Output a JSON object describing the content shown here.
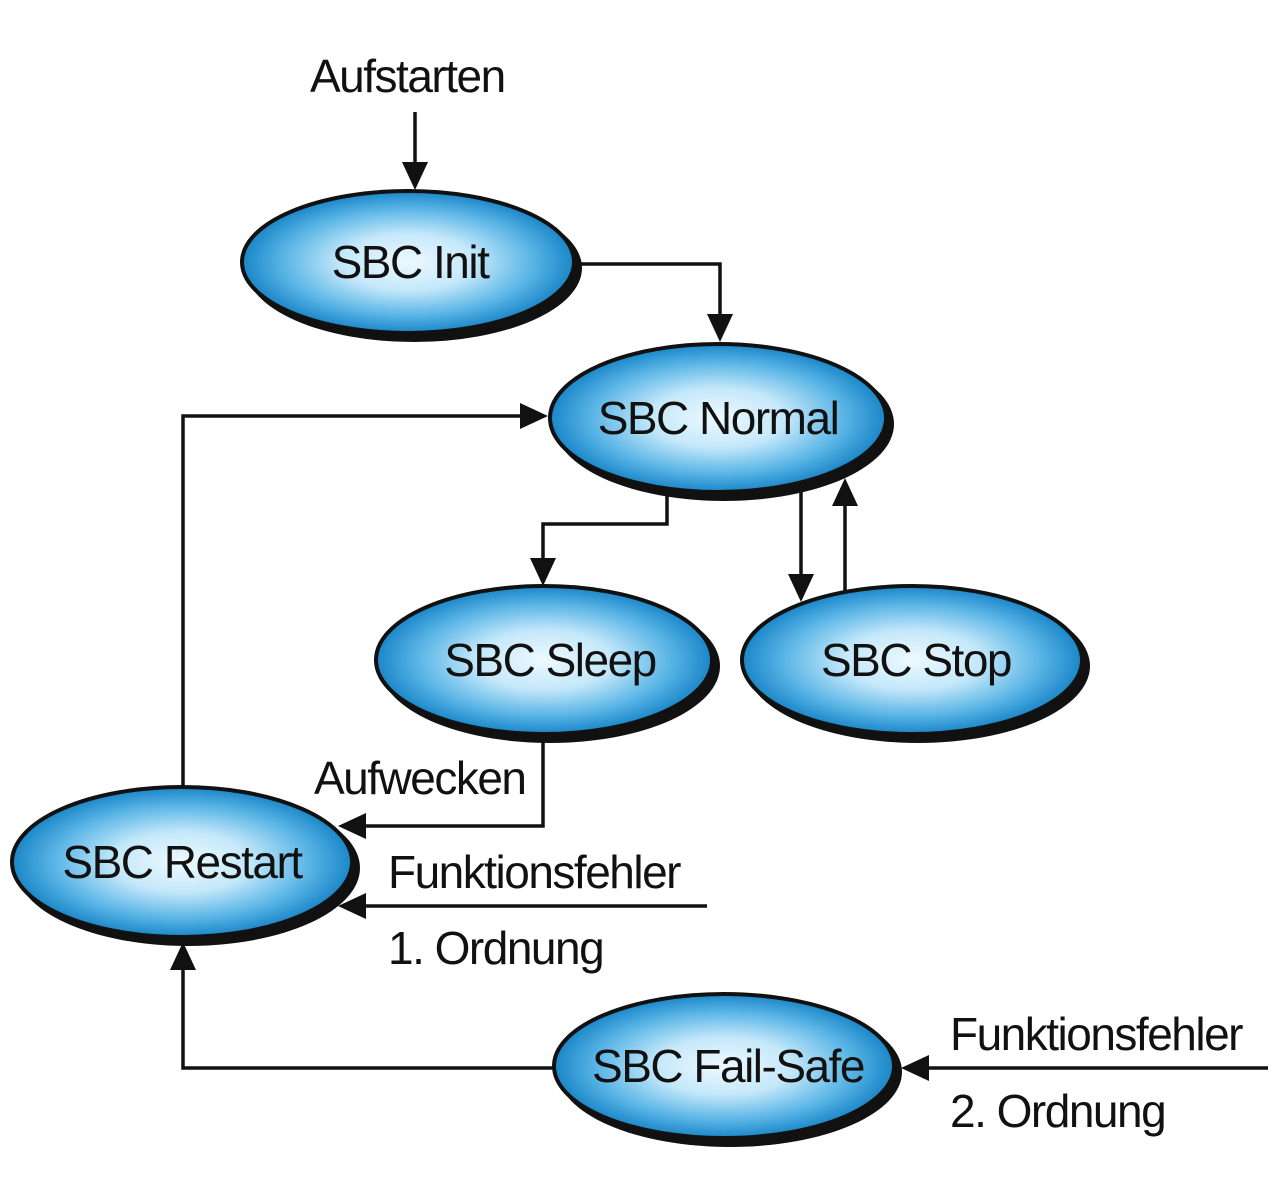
{
  "nodes": {
    "init": "SBC Init",
    "normal": "SBC Normal",
    "sleep": "SBC Sleep",
    "stop": "SBC Stop",
    "restart": "SBC Restart",
    "failsafe": "SBC Fail-Safe"
  },
  "labels": {
    "start": "Aufstarten",
    "wake": "Aufwecken",
    "fault1_line1": "Funktionsfehler",
    "fault1_line2": "1. Ordnung",
    "fault2_line1": "Funktionsfehler",
    "fault2_line2": "2. Ordnung"
  },
  "colors": {
    "node_fill_dark": "#1e8fcf",
    "node_fill_light": "#e6f5fd",
    "node_outline": "#111111",
    "line": "#111111"
  }
}
